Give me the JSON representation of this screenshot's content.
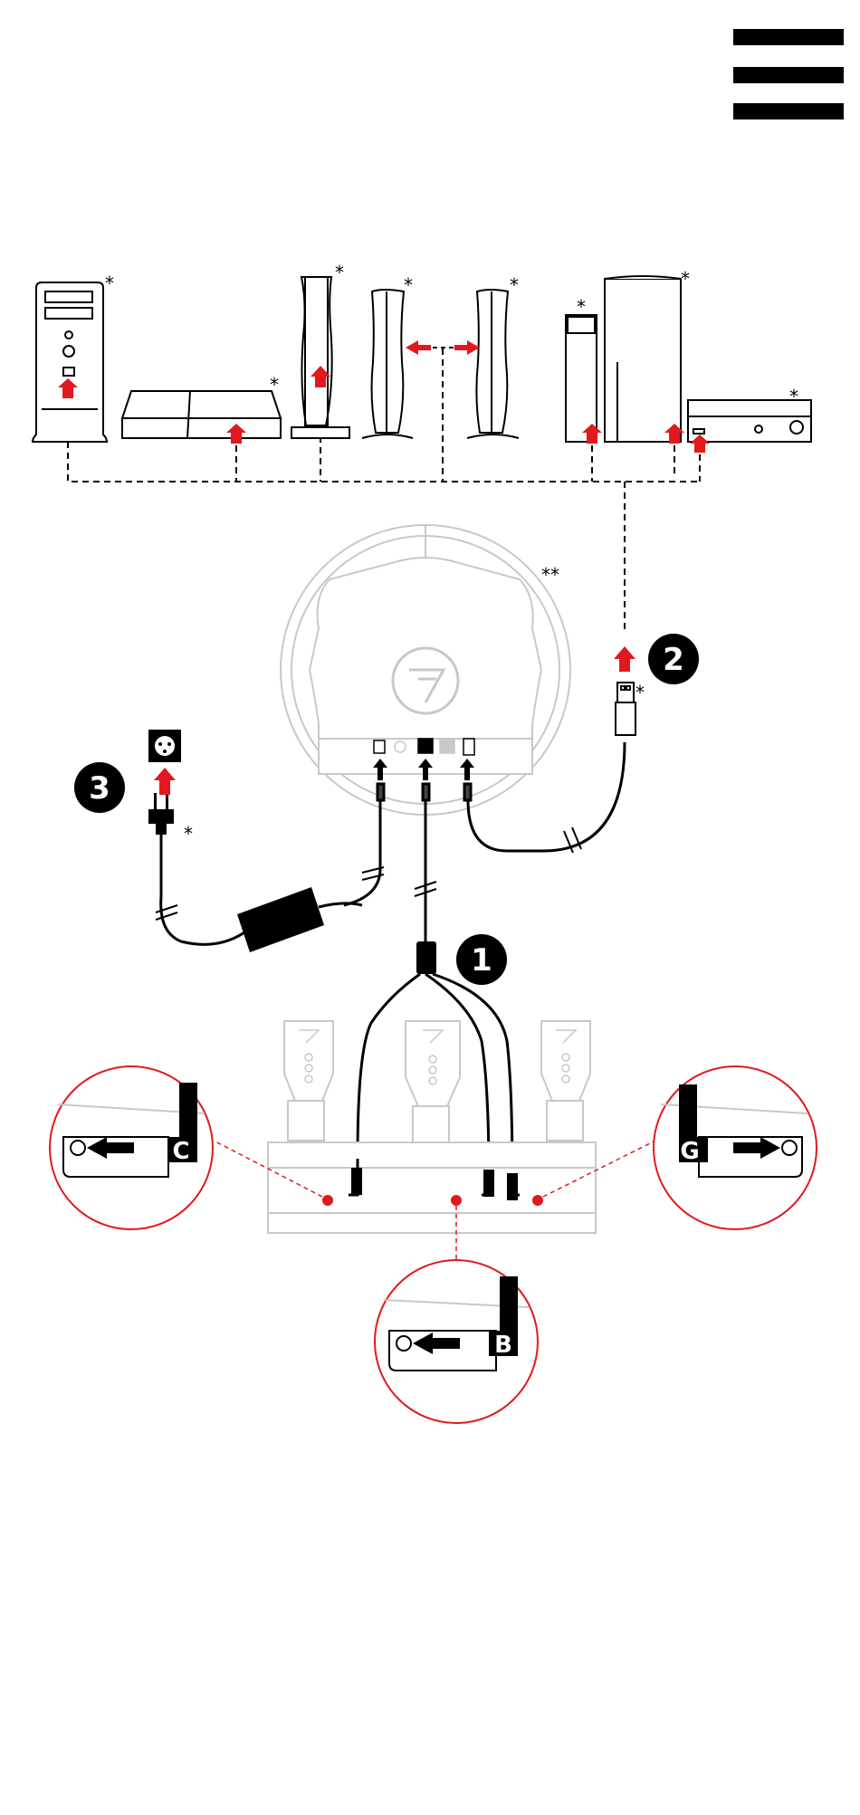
{
  "menu": {
    "icon": "hamburger-menu-icon"
  },
  "device_markers": {
    "pc": "*",
    "ps4": "*",
    "ps5_standard": "*",
    "ps5_slim": "*",
    "ps5_slim_alt": "*",
    "xbox_series_s": "*",
    "xbox_series_x": "*",
    "xbox_one": "*"
  },
  "wheel": {
    "marker": "**",
    "logo_icon": "thrustmaster-logo-icon"
  },
  "usb_plug": {
    "marker": "*"
  },
  "power_plug": {
    "marker": "*"
  },
  "steps": [
    {
      "number": "1"
    },
    {
      "number": "2"
    },
    {
      "number": "3"
    }
  ],
  "callouts": {
    "left": "C",
    "right": "G",
    "bottom": "B"
  },
  "colors": {
    "accent_red": "#e1191e",
    "ink": "#000000",
    "outline_grey": "#c8c8c8",
    "panel_light": "#d9d9d9"
  }
}
